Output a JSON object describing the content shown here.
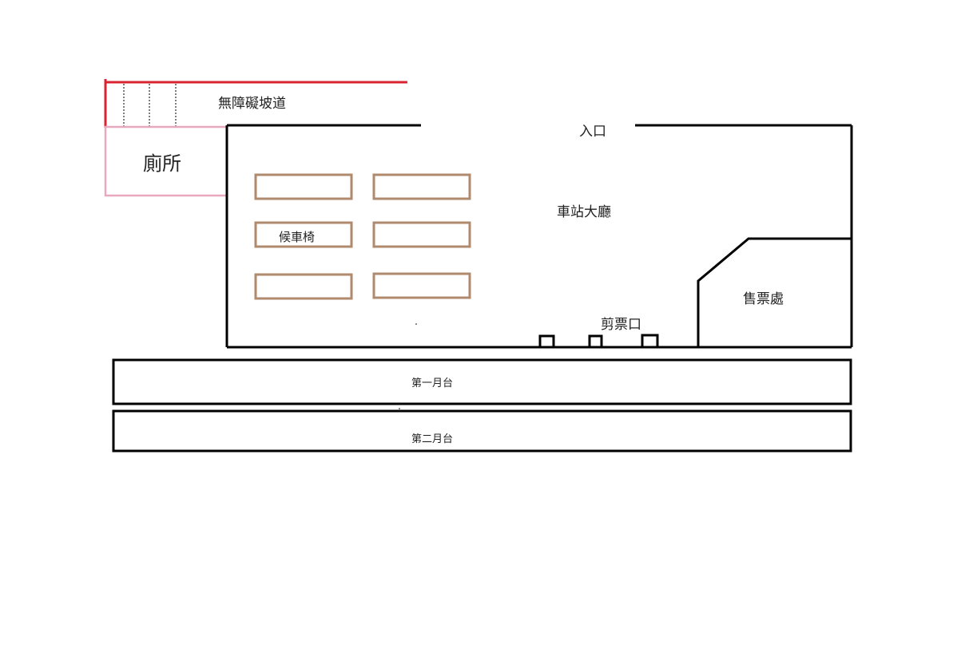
{
  "title": "車站平面圖",
  "labels": {
    "ramp": "無障礙坡道",
    "toilet": "廁所",
    "entrance": "入口",
    "hall": "車站大廳",
    "bench": "候車椅",
    "ticket_office": "售票處",
    "ticket_gate": "剪票口",
    "platform_1": "第一月台",
    "platform_2": "第二月台"
  },
  "colors": {
    "ramp": "#d9232f",
    "toilet": "#e8a9c0",
    "bench": "#b08a6c",
    "wall": "#000000"
  }
}
